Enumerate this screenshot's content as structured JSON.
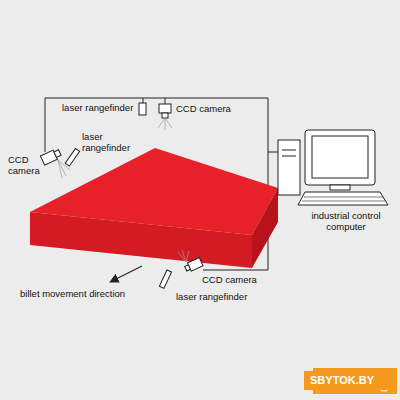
{
  "diagram": {
    "labels": [
      "laser rangefinder",
      "CCD camera",
      "laser rangefinder",
      "CCD camera",
      "industrial control computer",
      "CCD camera",
      "laser rangefinder",
      "billet movement direction",
      "SBYTOK.BY"
    ]
  }
}
